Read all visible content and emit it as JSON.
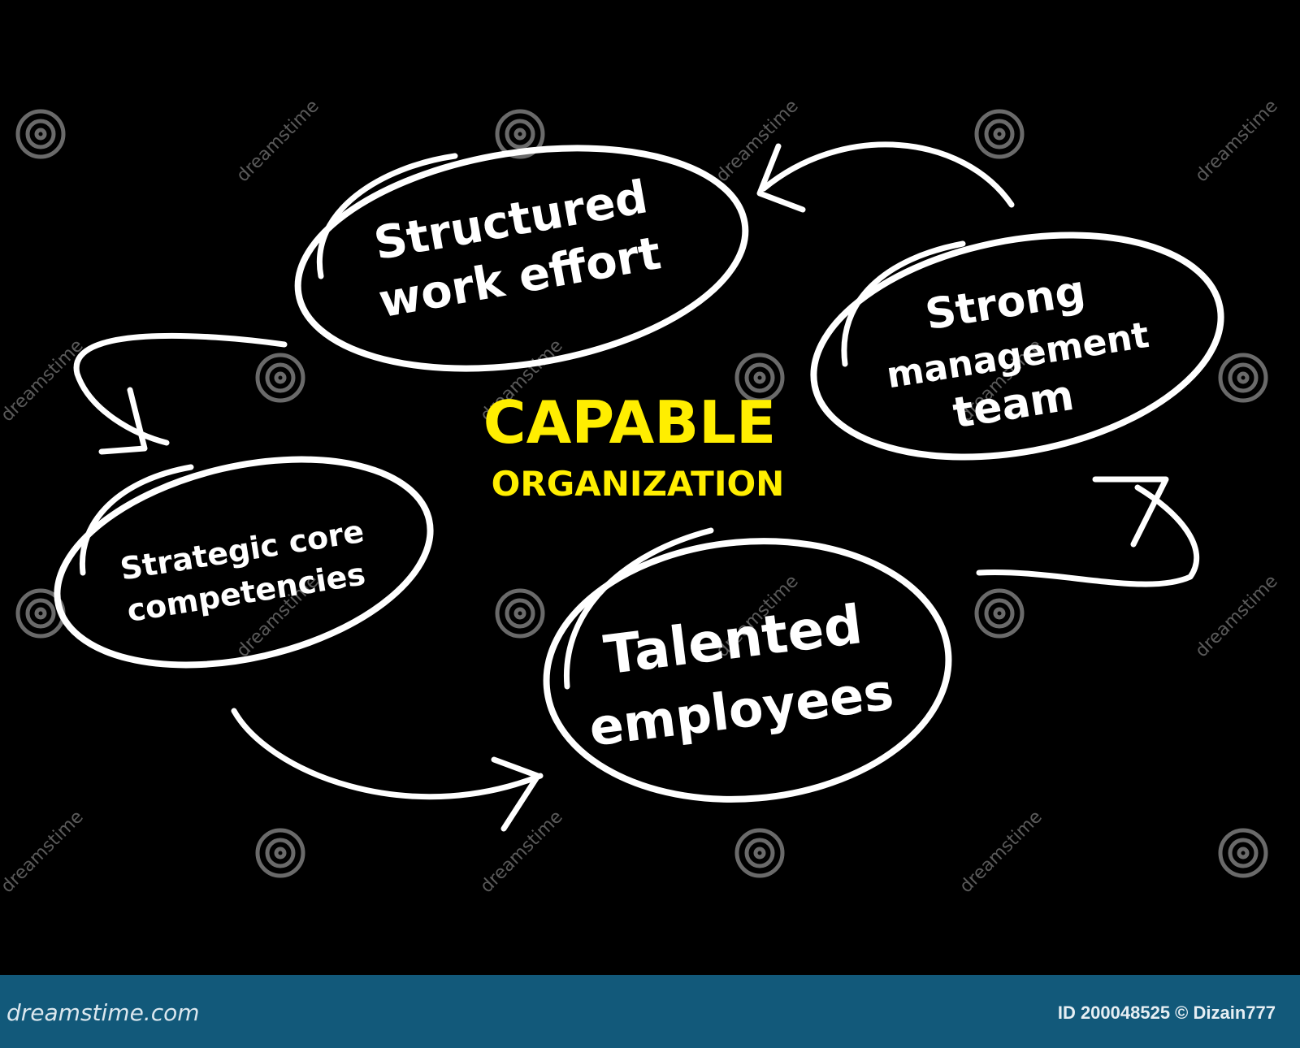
{
  "diagram": {
    "center": {
      "line1": "CAPABLE",
      "line2": "ORGANIZATION",
      "color": "#ffee00"
    },
    "nodes": [
      {
        "id": "structured",
        "lines": [
          "Structured",
          "work effort"
        ]
      },
      {
        "id": "strong",
        "lines": [
          "Strong",
          "management",
          "team"
        ]
      },
      {
        "id": "strategic",
        "lines": [
          "Strategic core",
          "competencies"
        ]
      },
      {
        "id": "talented",
        "lines": [
          "Talented",
          "employees"
        ]
      }
    ],
    "stroke_color": "#ffffff",
    "background": "#000000"
  },
  "watermark": {
    "text": "dreamstime",
    "icon": "spiral-logo-icon"
  },
  "footer": {
    "brand": "dreamstime.com",
    "id_text": "ID 200048525 © Dizain777",
    "background": "#12597a"
  }
}
